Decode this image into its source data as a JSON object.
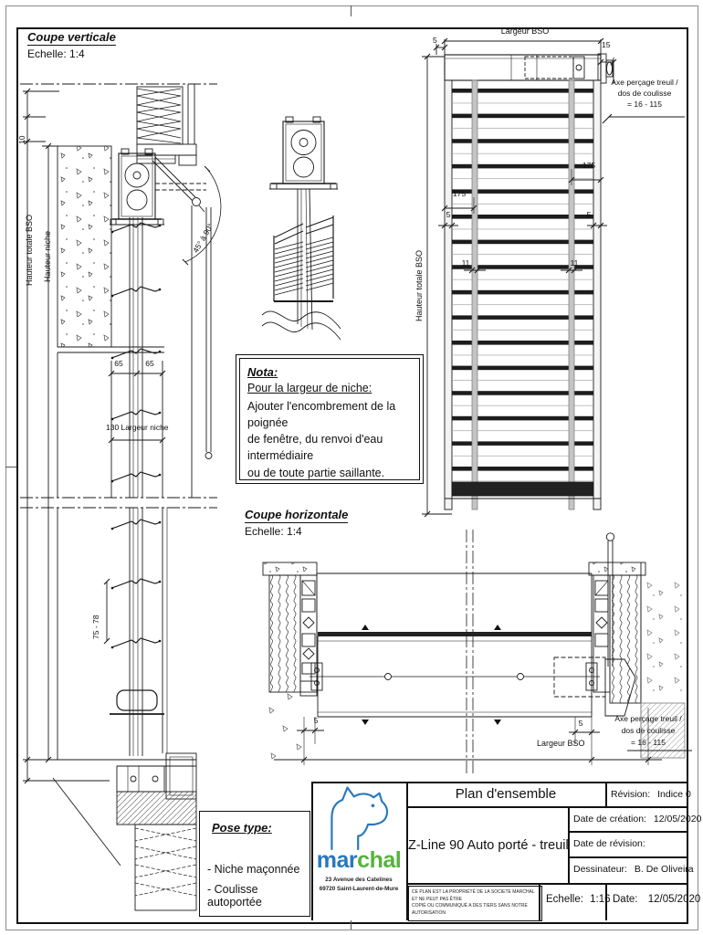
{
  "page": {
    "frame_color": "#111111"
  },
  "coupe_verticale": {
    "title": "Coupe verticale",
    "scale": "Echelle: 1:4",
    "dim_10": "10",
    "hauteur_totale_bso": "Hauteur totale BSO",
    "hauteur_niche": "Hauteur niche",
    "dim_65_left": "65",
    "dim_65_right": "65",
    "dim_largeur_niche": "130 Largeur niche",
    "angle_range": "45° à 90°",
    "dim_75_78": "75 - 78"
  },
  "front_view": {
    "dim_largeur_bso": "Largeur BSO",
    "dim_5_top": "5",
    "dim_15": "15",
    "axe_note": [
      "Axe perçage treuil /",
      "dos de coulisse",
      "= 16 - 115"
    ],
    "hauteur_totale_bso": "Hauteur totale BSO",
    "dim_175_right": "175",
    "dim_175_left": "175",
    "dim_5_left": "5",
    "dim_5_right": "5",
    "dim_11_left": "11",
    "dim_11_right": "11"
  },
  "nota": {
    "title": "Nota:",
    "subtitle": "Pour la largeur de niche:",
    "body_lines": [
      "Ajouter l'encombrement de la poignée",
      "de fenêtre, du renvoi d'eau intermédiaire",
      "ou de toute partie saillante."
    ]
  },
  "coupe_horizontale": {
    "title": "Coupe horizontale",
    "scale": "Echelle: 1:4",
    "dim_5_left": "5",
    "dim_5_right": "5",
    "dim_largeur_bso": "Largeur BSO",
    "axe_note": [
      "Axe perçage treuil /",
      "dos de coulisse",
      "= 16 - 115"
    ]
  },
  "pose_type": {
    "title": "Pose type:",
    "items": [
      "- Niche maçonnée",
      "- Coulisse autoportée"
    ]
  },
  "title_block": {
    "doc_title": "Plan d'ensemble",
    "revision_label": "Révision:",
    "revision_value": "Indice 0",
    "product_title": "Z-Line 90 Auto porté - treuil",
    "date_creation_label": "Date de création:",
    "date_creation_value": "12/05/2020",
    "date_revision_label": "Date de révision:",
    "date_revision_value": "",
    "dessinateur_label": "Dessinateur:",
    "dessinateur_value": "B. De Oliveira",
    "echelle_label": "Echelle:",
    "echelle_value": "1:16",
    "date_label": "Date:",
    "date_value": "12/05/2020",
    "legal_lines": [
      "CE PLAN EST LA PROPRIÉTÉ DE LA SOCIETE MARCHAL ET NE PEUT PAS ÊTRE",
      "COPIÉ OU COMMUNIQUÉ A DES TIERS SANS NOTRE AUTORISATION"
    ],
    "logo": {
      "text_mar": "mar",
      "text_chal": "chal",
      "color_blue": "#2878be",
      "color_green": "#54b43c",
      "address_line1": "23 Avenue des Catelines",
      "address_line2": "69720 Saint-Laurent-de-Mure"
    }
  }
}
